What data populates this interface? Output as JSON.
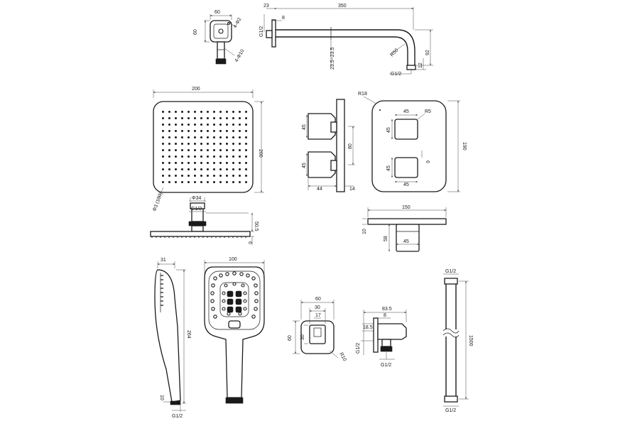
{
  "elbow": {
    "width": "60",
    "height": "60",
    "screws": "4-Φ2",
    "hole": "4-Φ10"
  },
  "arm": {
    "length": "350",
    "offset": "23",
    "wall": "8",
    "thread_top": "G1/2",
    "depth": "23.5~23.5",
    "radius": "R50",
    "drop": "92",
    "end": "12",
    "thread_bottom": "G1/2"
  },
  "head": {
    "width": "200",
    "height": "200",
    "nozzle": "Φ3 (100)",
    "connector": "Φ34",
    "thread": "G1/2",
    "height_side": "50.5",
    "thickness": "6"
  },
  "valve_side": {
    "knob_top": "45",
    "knob_bottom": "45",
    "depth": "44",
    "plate": "14",
    "spacing": "80"
  },
  "valve_front": {
    "corner": "R18",
    "knob_width_top": "45",
    "knob_radius": "R5",
    "knob_height_top": "45",
    "height": "190",
    "knob_height_bottom": "45",
    "knob_width_bottom": "45",
    "gap": "6"
  },
  "valve_top": {
    "width": "150",
    "thickness": "10",
    "knob_depth": "58",
    "knob_width": "45"
  },
  "hand_side": {
    "width": "31",
    "length": "264",
    "tip": "10",
    "thread": "G1/2"
  },
  "hand_front": {
    "width": "100"
  },
  "holder_front": {
    "width": "60",
    "inner": "30",
    "outlet": "17",
    "height": "60",
    "inner_h": "30",
    "radius": "R10"
  },
  "holder_side": {
    "depth": "83.5",
    "wall": "8",
    "outlet_h": "18.5",
    "thread_side": "G1/2",
    "thread_bottom": "G1/2"
  },
  "hose": {
    "length": "1500",
    "thread_top": "G1/2",
    "thread_bottom": "G1/2"
  }
}
